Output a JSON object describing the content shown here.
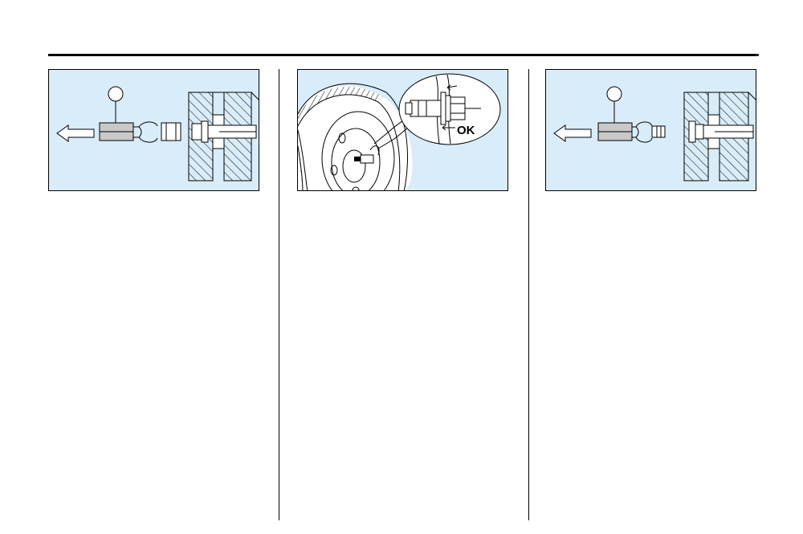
{
  "figures": [
    {
      "id": "fig-remove-adapter-left"
    },
    {
      "id": "fig-wheel-valve",
      "ok_label": "OK"
    },
    {
      "id": "fig-remove-adapter-right"
    }
  ],
  "colors": {
    "figure_background": "#d9ecf9",
    "gray_part": "#c9c9c9",
    "line": "#000000"
  }
}
